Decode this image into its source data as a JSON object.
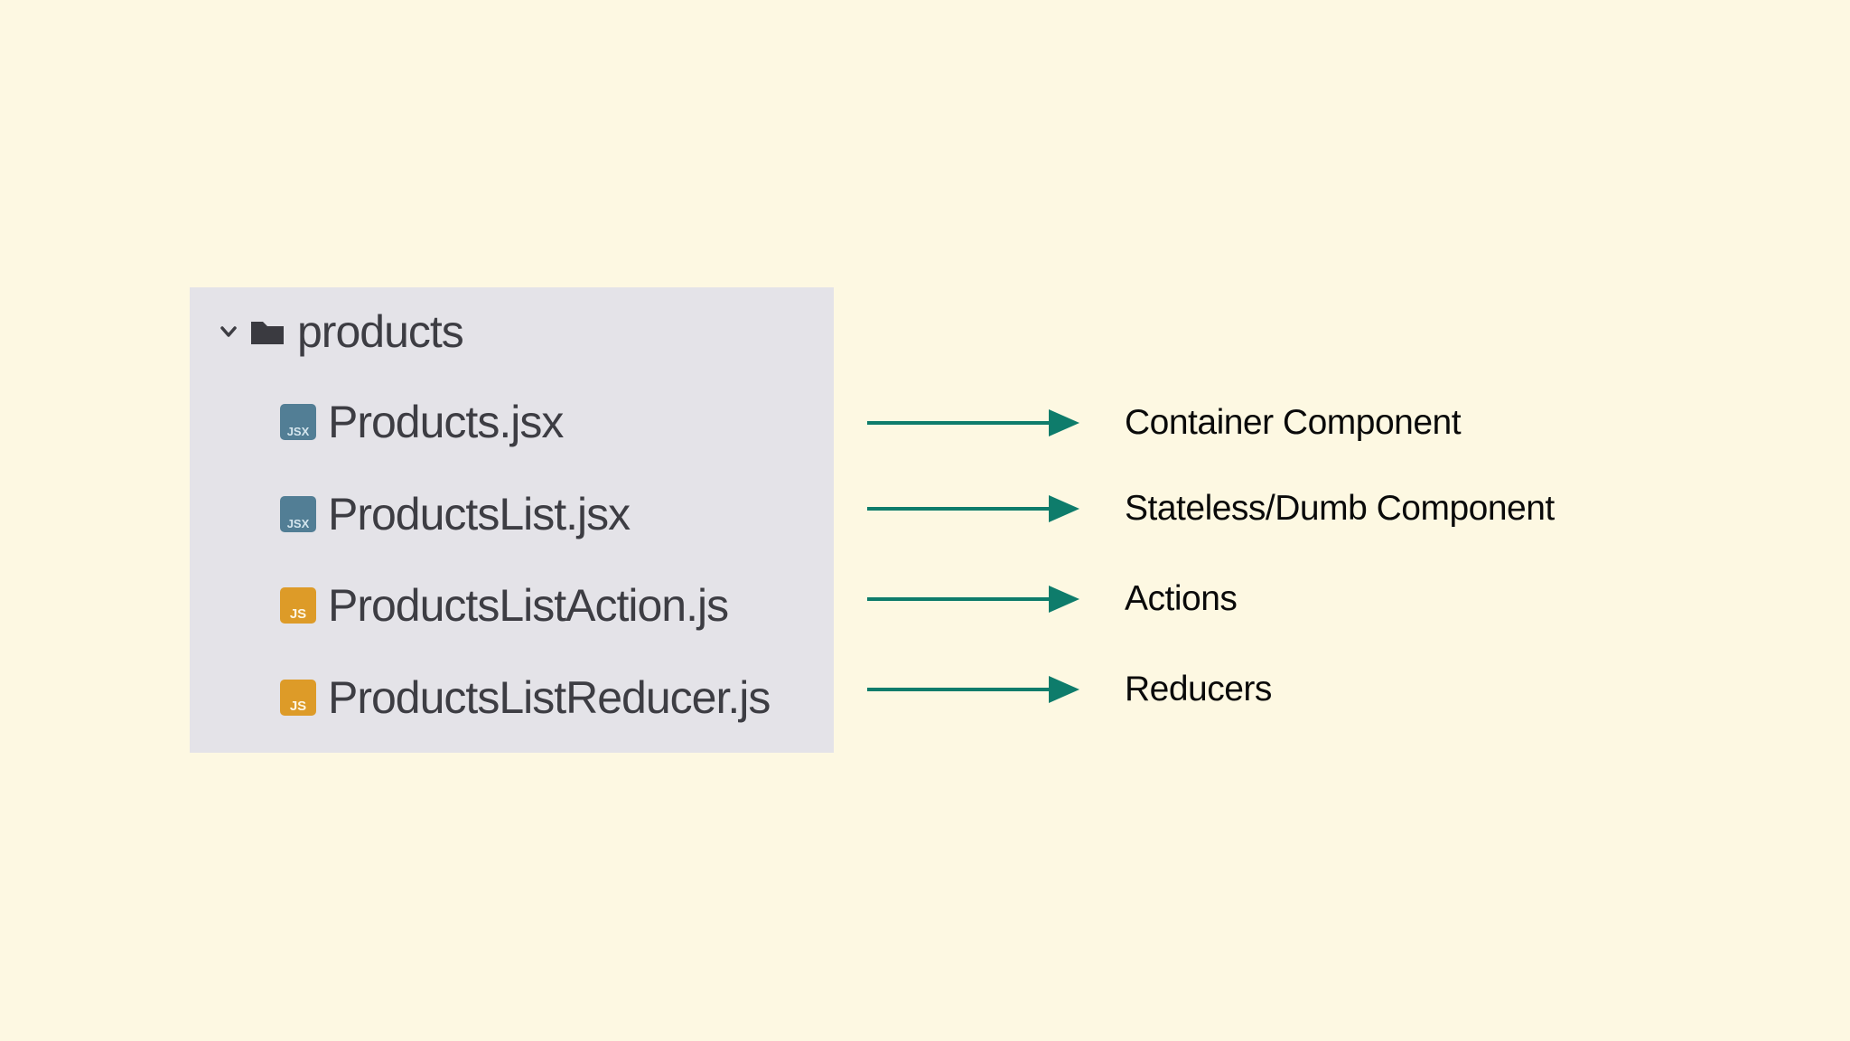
{
  "colors": {
    "background": "#fdf8e2",
    "panel_background": "#e4e3e8",
    "tree_text": "#3d3d43",
    "folder_icon": "#3a3a40",
    "jsx_icon_background": "#527e95",
    "js_icon_background": "#dd9b28",
    "arrow": "#0e7c6b",
    "annotation_text": "#0a0a0a"
  },
  "file_tree": {
    "folder": {
      "name": "products",
      "expanded": true
    },
    "files": [
      {
        "name": "Products.jsx",
        "type": "jsx",
        "badge": "JSX"
      },
      {
        "name": "ProductsList.jsx",
        "type": "jsx",
        "badge": "JSX"
      },
      {
        "name": "ProductsListAction.js",
        "type": "js",
        "badge": "JS"
      },
      {
        "name": "ProductsListReducer.js",
        "type": "js",
        "badge": "JS"
      }
    ]
  },
  "annotations": [
    {
      "label": "Container Component"
    },
    {
      "label": "Stateless/Dumb Component"
    },
    {
      "label": "Actions"
    },
    {
      "label": "Reducers"
    }
  ]
}
